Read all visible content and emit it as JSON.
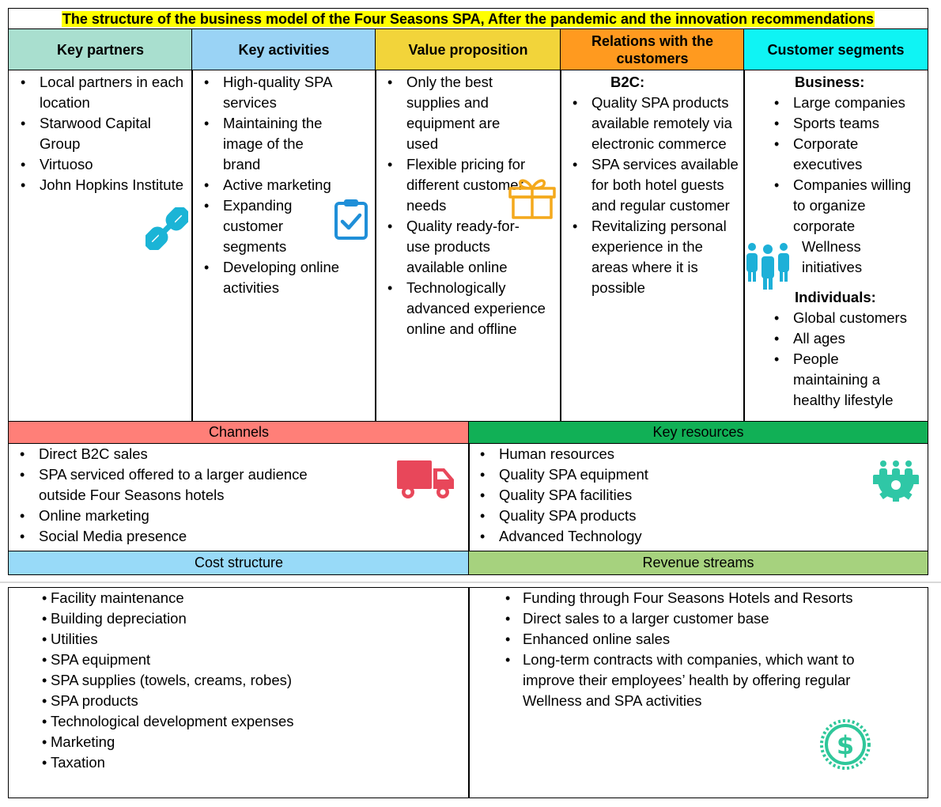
{
  "title": "The structure of the business model of the Four Seasons SPA, After the pandemic and the innovation recommendations",
  "colors": {
    "key_partners": "#a9dfcf",
    "key_activities": "#9ad3f5",
    "value_proposition": "#f2d43a",
    "relations": "#ff9a1f",
    "customer_segments": "#0ff4f4",
    "channels": "#ff7f78",
    "key_resources": "#11b056",
    "cost_structure": "#98daf8",
    "revenue_streams": "#a6d27e"
  },
  "key_partners": {
    "header": "Key partners",
    "items": [
      "Local partners in each location",
      "Starwood Capital Group",
      "Virtuoso",
      "John Hopkins Institute"
    ],
    "icon": "link-icon"
  },
  "key_activities": {
    "header": "Key activities",
    "items": [
      "High-quality SPA services",
      "Maintaining the image of the brand",
      "Active marketing",
      "Expanding customer segments",
      "Developing online activities"
    ],
    "icon": "clipboard-check-icon"
  },
  "value_proposition": {
    "header": "Value proposition",
    "items": [
      "Only the best supplies and equipment are used",
      "Flexible pricing for different customer needs",
      "Quality ready-for-use products available online",
      "Technologically advanced experience online and offline"
    ],
    "icon": "gift-icon"
  },
  "relations": {
    "header": "Relations with the customers",
    "subheading": "B2C:",
    "items": [
      "Quality SPA products available remotely via electronic commerce",
      "SPA services available for both hotel guests and regular customer",
      "Revitalizing personal experience in the areas where it is possible"
    ]
  },
  "customer_segments": {
    "header": "Customer segments",
    "business_heading": "Business:",
    "business_items": [
      "Large companies",
      "Sports teams",
      "Corporate executives",
      "Companies willing to organize corporate"
    ],
    "business_continuation": "Wellness initiatives",
    "individuals_heading": "Individuals:",
    "individual_items": [
      "Global customers",
      "All ages",
      "People maintaining a healthy lifestyle"
    ],
    "icon": "people-icon"
  },
  "channels": {
    "header": "Channels",
    "items": [
      "Direct B2C sales",
      "SPA serviced offered to a larger audience outside Four Seasons hotels",
      "Online marketing",
      "Social Media presence"
    ],
    "icon": "truck-icon"
  },
  "key_resources": {
    "header": "Key resources",
    "items": [
      "Human resources",
      "Quality SPA equipment",
      "Quality SPA facilities",
      "Quality SPA products",
      "Advanced Technology"
    ],
    "icon": "team-gear-icon"
  },
  "cost_structure": {
    "header": "Cost structure",
    "items": [
      "Facility maintenance",
      "Building depreciation",
      "Utilities",
      "SPA equipment",
      "SPA supplies (towels, creams, robes)",
      "SPA products",
      "Technological development expenses",
      "Marketing",
      "Taxation"
    ]
  },
  "revenue_streams": {
    "header": "Revenue streams",
    "items": [
      "Funding through Four Seasons Hotels and Resorts",
      "Direct sales to a larger customer base",
      "Enhanced online sales",
      "Long-term contracts with companies, which want to improve their employees’ health by offering regular Wellness and SPA activities"
    ],
    "icon": "dollar-coin-icon"
  }
}
